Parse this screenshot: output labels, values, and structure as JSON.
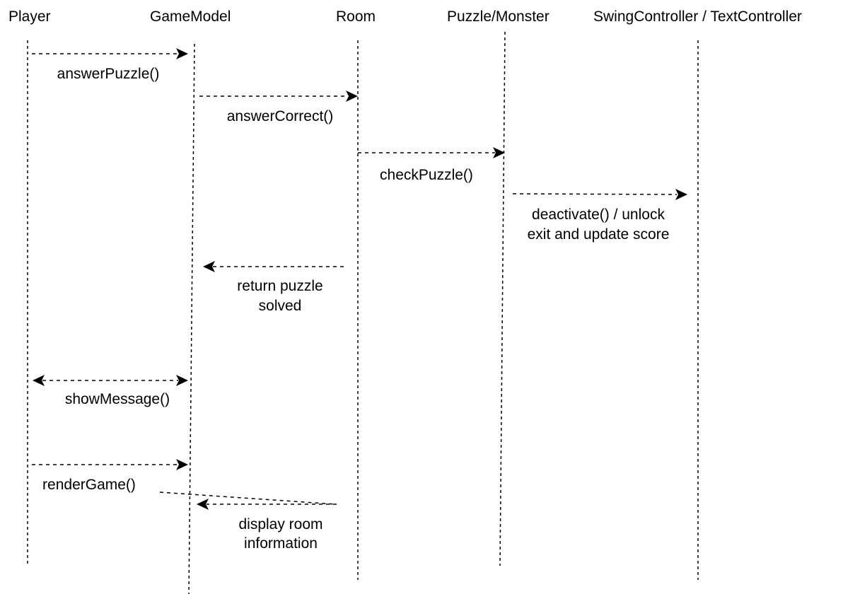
{
  "participants": [
    {
      "id": "player",
      "label": "Player"
    },
    {
      "id": "gamemodel",
      "label": "GameModel"
    },
    {
      "id": "room",
      "label": "Room"
    },
    {
      "id": "puzzle",
      "label": "Puzzle/Monster"
    },
    {
      "id": "controller",
      "label": "SwingController / TextController"
    }
  ],
  "messages": [
    {
      "id": "answer-puzzle",
      "lines": [
        "answerPuzzle()"
      ],
      "from": "player",
      "to": "gamemodel",
      "arrow": "forward"
    },
    {
      "id": "answer-correct",
      "lines": [
        "answerCorrect()"
      ],
      "from": "gamemodel",
      "to": "room",
      "arrow": "forward"
    },
    {
      "id": "check-puzzle",
      "lines": [
        "checkPuzzle()"
      ],
      "from": "room",
      "to": "puzzle",
      "arrow": "forward"
    },
    {
      "id": "deactivate",
      "lines": [
        "deactivate() / unlock",
        "exit and update score"
      ],
      "from": "puzzle",
      "to": "controller",
      "arrow": "forward"
    },
    {
      "id": "return-solved",
      "lines": [
        "return puzzle",
        "solved"
      ],
      "from": "room",
      "to": "gamemodel",
      "arrow": "forward"
    },
    {
      "id": "show-message",
      "lines": [
        "showMessage()"
      ],
      "from": "player",
      "to": "gamemodel",
      "arrow": "both"
    },
    {
      "id": "render-game",
      "lines": [
        "renderGame()"
      ],
      "from": "player",
      "to": "gamemodel",
      "arrow": "forward"
    },
    {
      "id": "display-room",
      "lines": [
        "display room",
        "information"
      ],
      "from": "room",
      "to": "gamemodel",
      "arrow": "forward"
    }
  ]
}
